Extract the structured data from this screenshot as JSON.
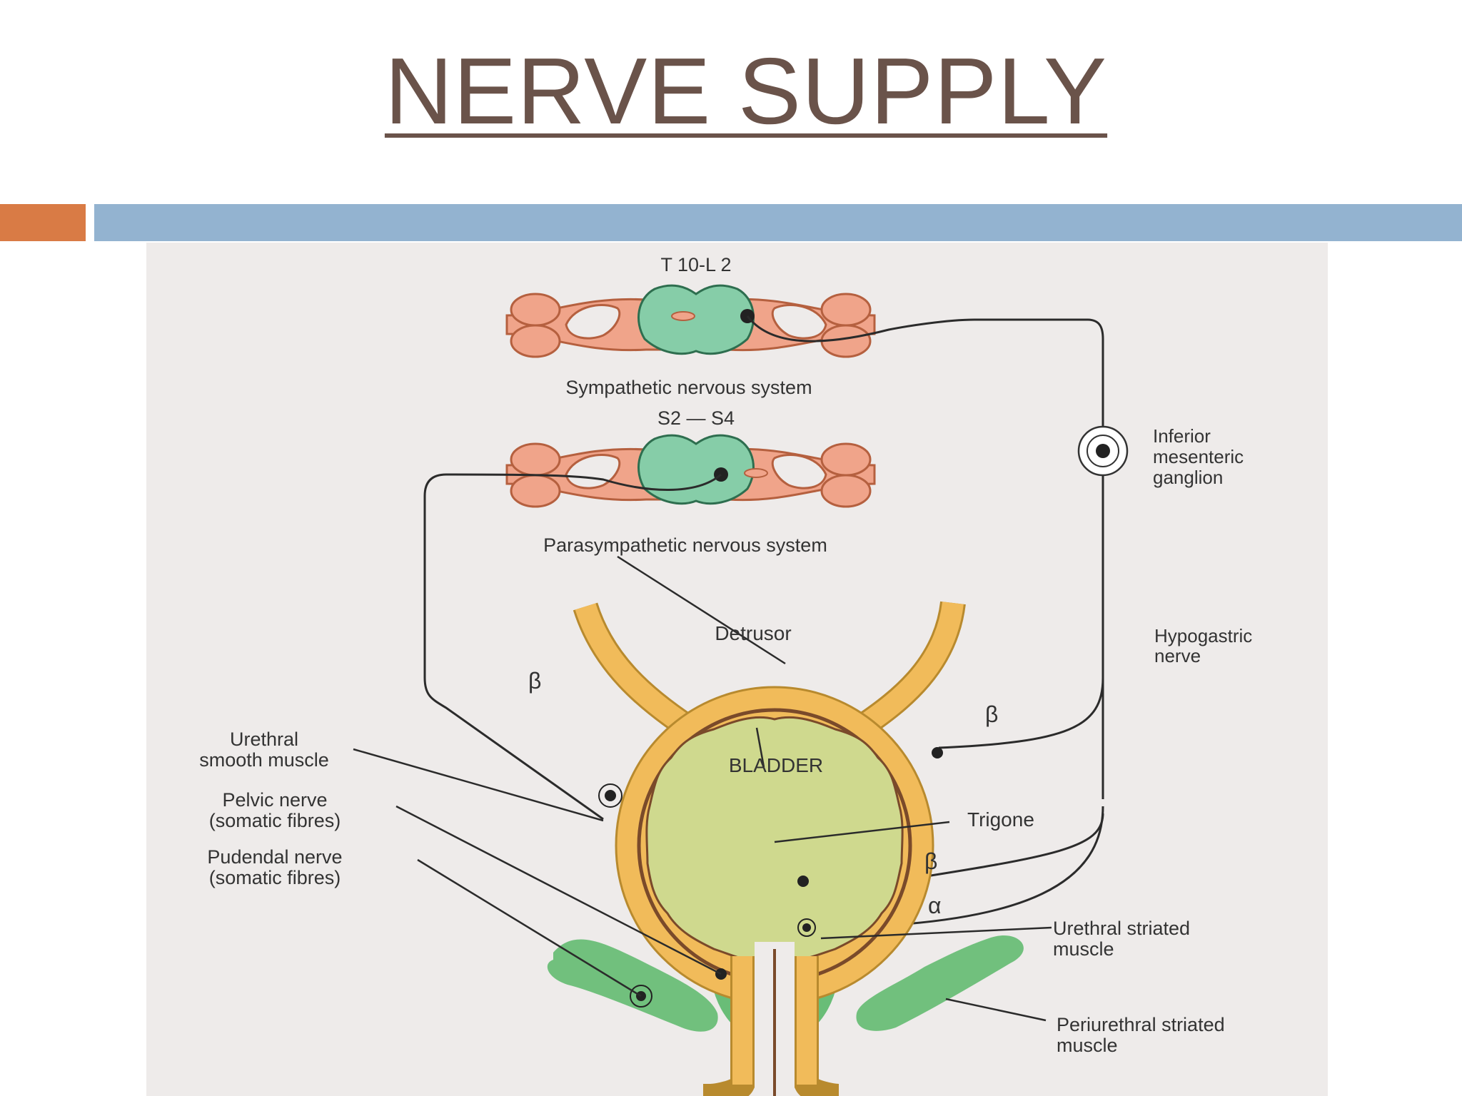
{
  "slide": {
    "title": "NERVE SUPPLY"
  },
  "colors": {
    "title": "#6a534a",
    "accent_orange": "#d97b45",
    "accent_blue": "#93b3d0",
    "cord_green": "#86cda8",
    "nerve_salmon": "#f0a48a",
    "bladder_wall": "#f1bb5a",
    "bladder_fill": "#cfd98e",
    "striated_green": "#5ab86a"
  },
  "diagram": {
    "spinal_levels": {
      "upper": "T 10-L 2",
      "lower": "S2 — S4"
    },
    "systems": {
      "sympathetic": "Sympathetic nervous system",
      "parasympathetic": "Parasympathetic nervous system"
    },
    "ganglion": [
      "Inferior",
      "mesenteric",
      "ganglion"
    ],
    "hypogastric": [
      "Hypogastric",
      "nerve"
    ],
    "detrusor": "Detrusor",
    "bladder": "BLADDER",
    "trigone": "Trigone",
    "urethral_smooth": [
      "Urethral",
      "smooth muscle"
    ],
    "pelvic_nerve": [
      "Pelvic nerve",
      "(somatic fibres)"
    ],
    "pudendal_nerve": [
      "Pudendal nerve",
      "(somatic fibres)"
    ],
    "urethral_striated": [
      "Urethral striated",
      "muscle"
    ],
    "periurethral": [
      "Periurethral striated",
      "muscle"
    ],
    "receptors": {
      "beta": "β",
      "alpha": "α"
    }
  }
}
